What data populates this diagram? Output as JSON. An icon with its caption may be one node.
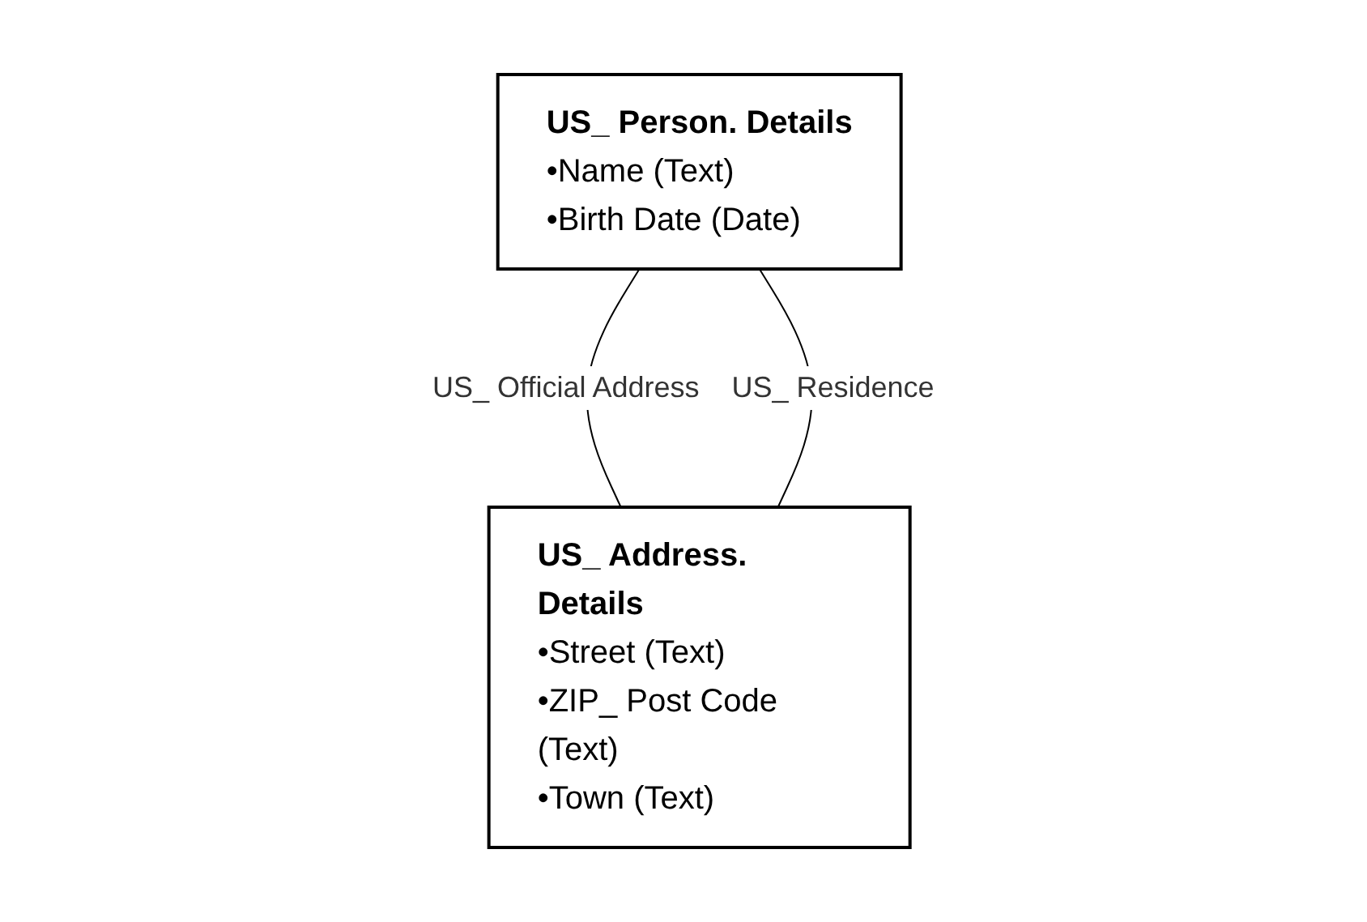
{
  "diagram": {
    "nodes": [
      {
        "text": [
          "US_ Person. Details",
          "•Name (Text)",
          "•Birth Date (Date)"
        ]
      },
      {
        "text": [
          "US_ Address. Details",
          "•Street (Text)",
          "•ZIP_ Post Code (Text)",
          "•Town (Text)"
        ]
      }
    ],
    "edges": [
      {
        "from": 0,
        "to": 1,
        "arrow": "none",
        "label": "US_ Official Address"
      },
      {
        "from": 0,
        "to": 1,
        "arrow": "none",
        "label": "US_ Residence"
      }
    ]
  }
}
